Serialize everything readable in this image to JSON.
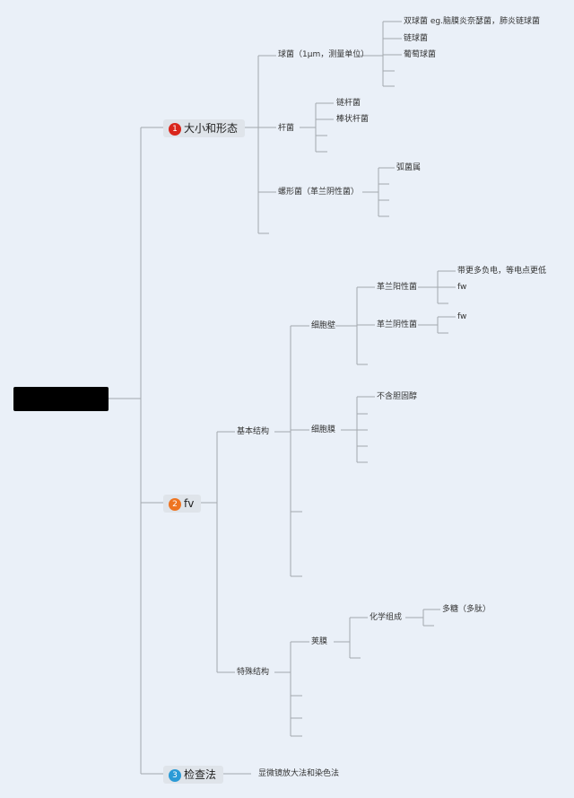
{
  "root": {
    "label": ""
  },
  "branches": {
    "b1": {
      "number": "1",
      "label": "大小和形态",
      "color": "#d9261c"
    },
    "b2": {
      "number": "2",
      "label": "fv",
      "color": "#ee7421"
    },
    "b3": {
      "number": "3",
      "label": "检查法",
      "color": "#2b9ad6"
    }
  },
  "nodes": {
    "qiujun": "球菌（1μm，测量单位）",
    "shuangqiujun": "双球菌 eg.脑膜炎奈瑟菌，肺炎链球菌",
    "lianqiujun": "链球菌",
    "putaoqiujun": "葡萄球菌",
    "ganjun": "杆菌",
    "lianganjun": "链杆菌",
    "bangzhuangganjun": "棒状杆菌",
    "luoxingjun": "螺形菌（革兰阴性菌）",
    "hujunshu": "弧菌属",
    "jibenjiegou": "基本结构",
    "xibaobi": "细胞壁",
    "gelanyang": "革兰阳性菌",
    "daigengduo": "带更多负电，等电点更低",
    "fw1": "fw",
    "gelanyin": "革兰阴性菌",
    "fw2": "fw",
    "xibaomo": "细胞膜",
    "buhandanguchun": "不含胆固醇",
    "teshujiegou": "特殊结构",
    "jiamo": "荚膜",
    "huaxuezucheng": "化学组成",
    "duotang": "多糖（多肽）",
    "xianweijing": "显微镜放大法和染色法"
  },
  "colors": {
    "line": "#a3a8ae",
    "background": "#eaf0f8"
  }
}
